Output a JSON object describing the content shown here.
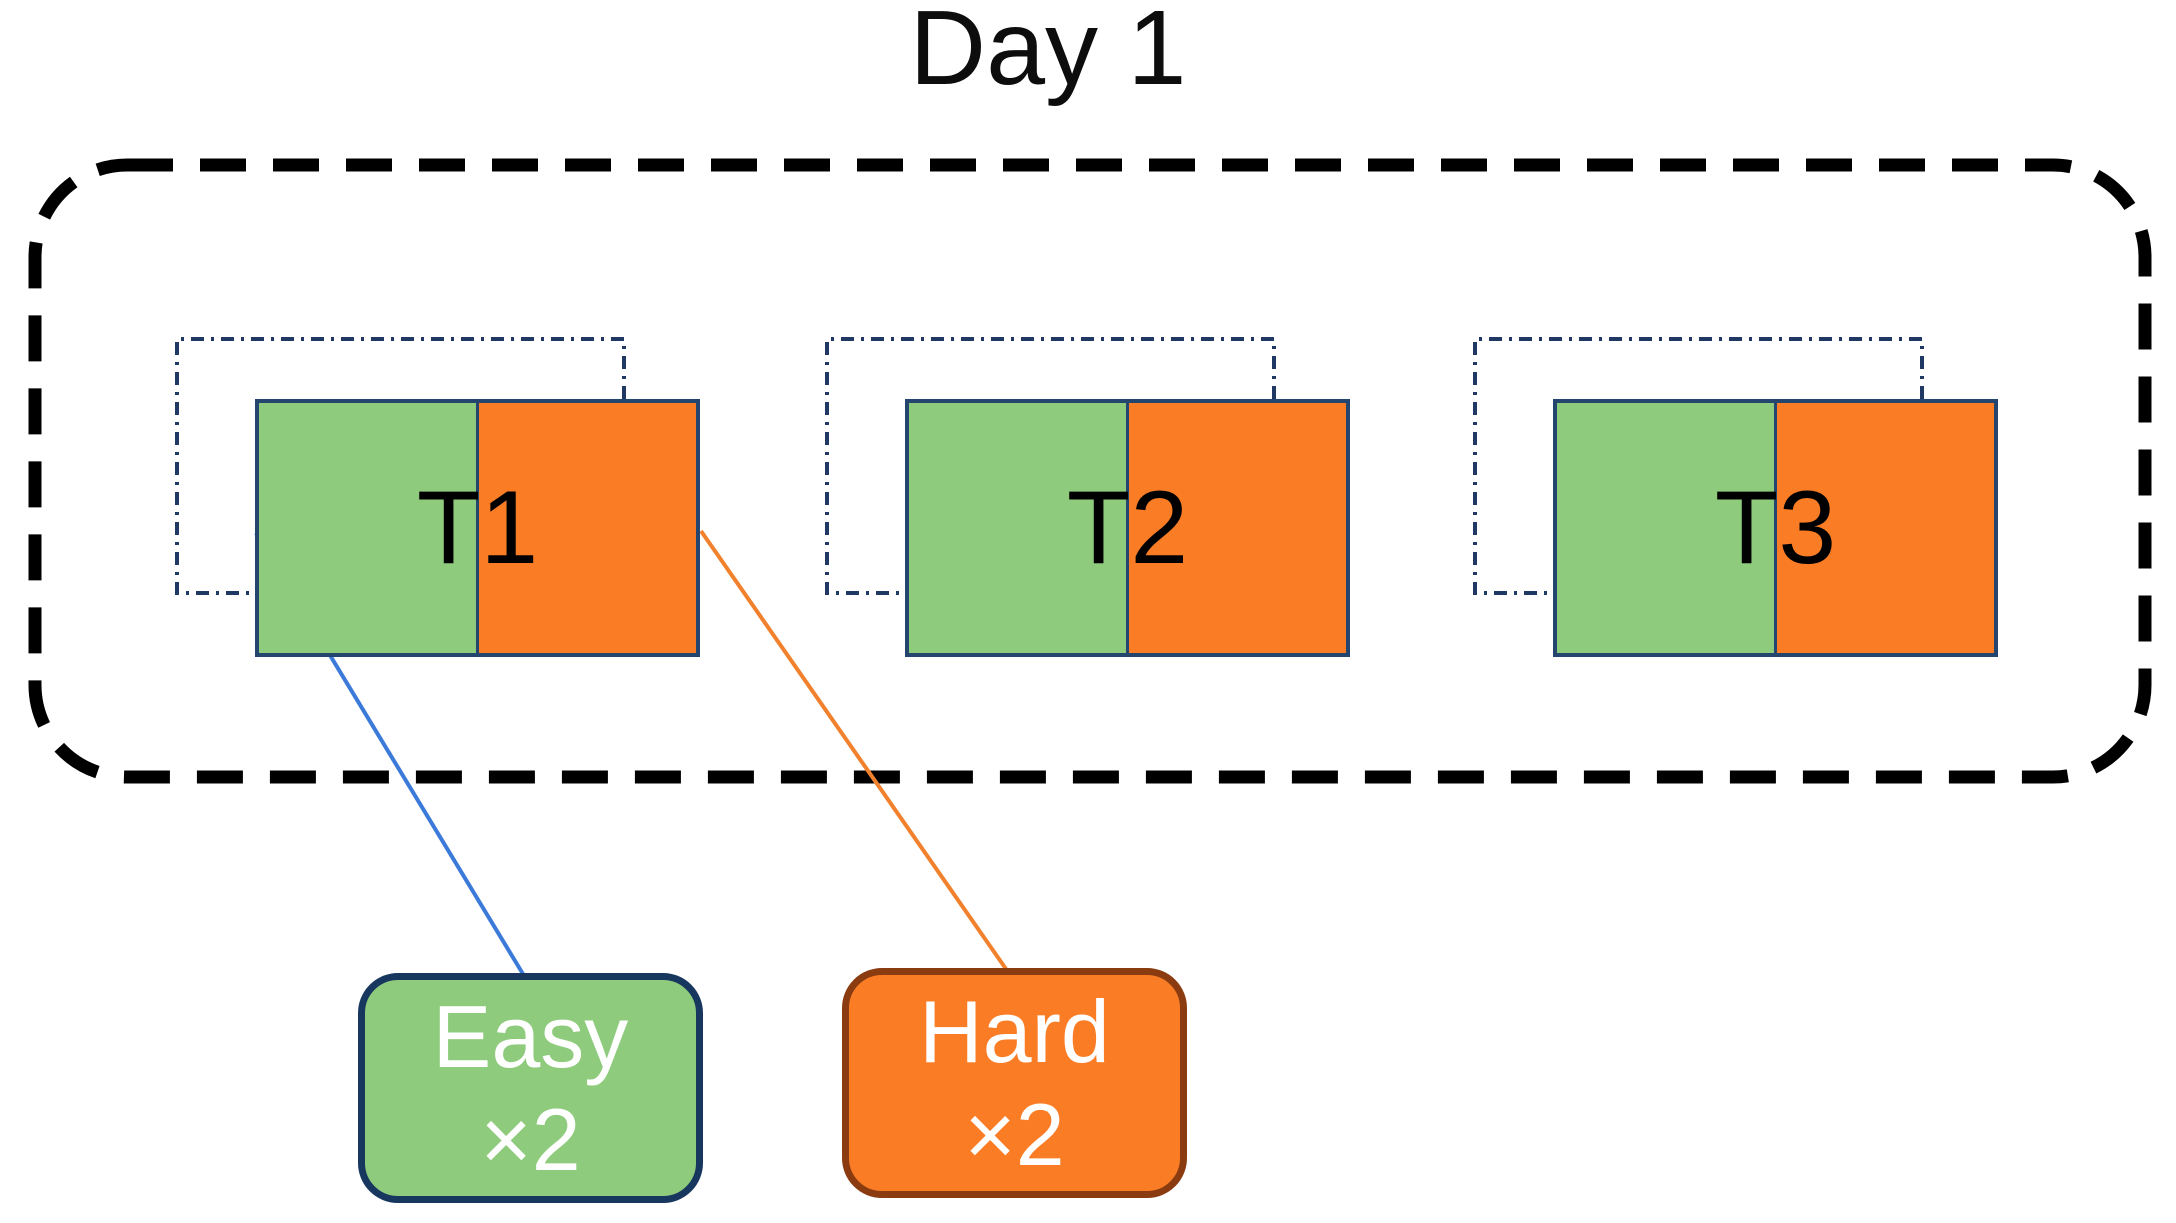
{
  "title": "Day 1",
  "tasks": [
    {
      "label": "T1"
    },
    {
      "label": "T2"
    },
    {
      "label": "T3"
    }
  ],
  "legend": {
    "easy": {
      "label": "Easy",
      "multiplier": "×2"
    },
    "hard": {
      "label": "Hard",
      "multiplier": "×2"
    }
  },
  "colors": {
    "easy-fill": "#8fcb7d",
    "hard-fill": "#fa7d26",
    "task-border": "#24466e",
    "loop-stroke": "#1f3864",
    "container-stroke": "#000000",
    "easy-legend-border": "#17375e",
    "hard-legend-border": "#8a3c10",
    "easy-line": "#3b7ad9",
    "hard-line": "#f1812d"
  }
}
